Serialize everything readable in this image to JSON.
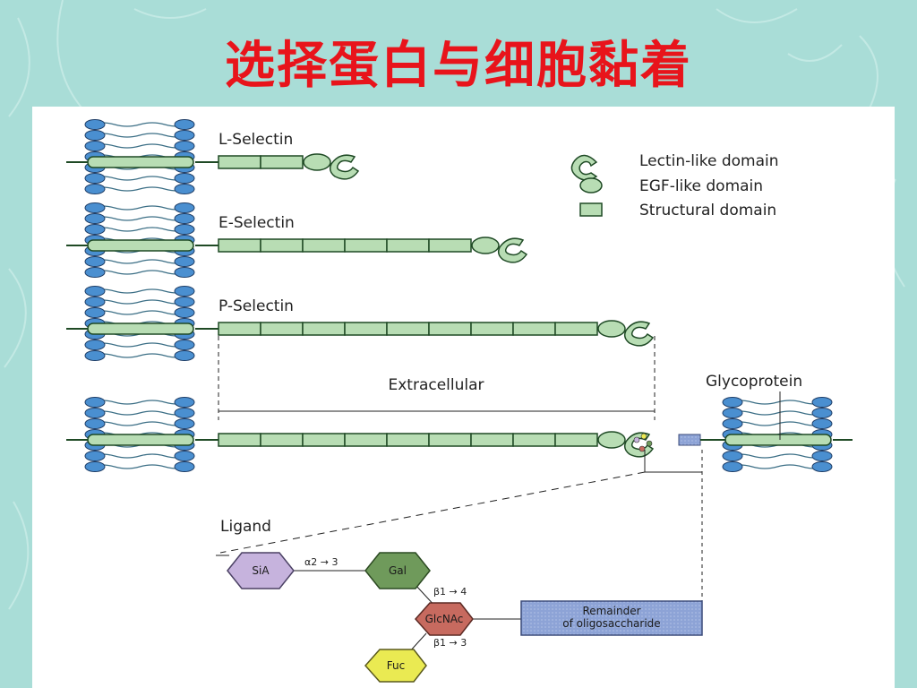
{
  "title": "选择蛋白与细胞黏着",
  "proteins": [
    {
      "name": "L-Selectin",
      "structural_domains": 2
    },
    {
      "name": "E-Selectin",
      "structural_domains": 6
    },
    {
      "name": "P-Selectin",
      "structural_domains": 9
    }
  ],
  "legend": {
    "lectin": "Lectin-like domain",
    "egf": "EGF-like domain",
    "structural": "Structural domain"
  },
  "labels": {
    "extracellular": "Extracellular",
    "glycoprotein": "Glycoprotein",
    "ligand": "Ligand"
  },
  "ligand": {
    "sia": "SiA",
    "gal": "Gal",
    "glcnac": "GlcNAc",
    "fuc": "Fuc",
    "bond_sia_gal": "α2 → 3",
    "bond_gal_glcnac": "β1 → 4",
    "bond_glcnac_fuc": "β1 → 3",
    "remainder_line1": "Remainder",
    "remainder_line2": "of oligosaccharide"
  },
  "colors": {
    "background": "#a9ddd7",
    "title": "#e8141b",
    "domain_fill": "#b8ddb4",
    "domain_stroke": "#1f4a25",
    "lipid_head": "#4a8fd0",
    "sia": "#c6b3dd",
    "gal": "#6f9a5b",
    "glcnac": "#c76a5f",
    "fuc": "#eaea52",
    "remainder": "#8da3d6"
  }
}
